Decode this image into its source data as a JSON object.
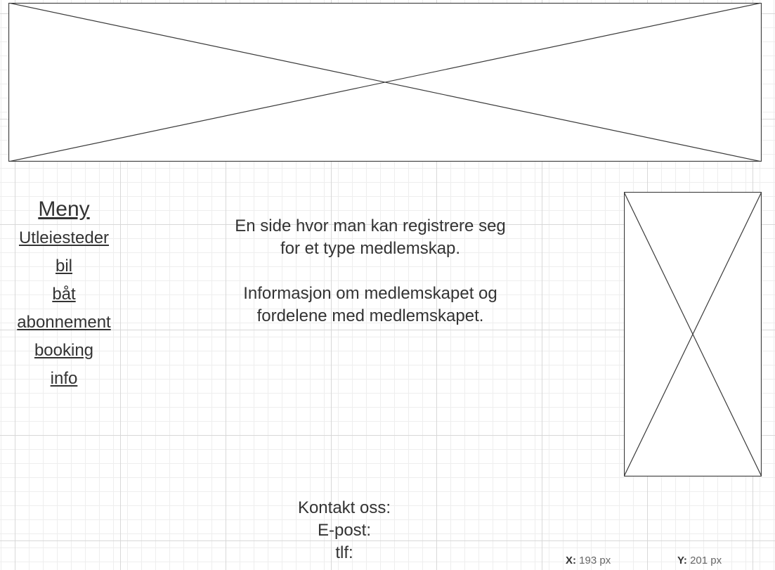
{
  "menu": {
    "heading": "Meny",
    "items": [
      {
        "label": "Utleiesteder"
      },
      {
        "label": "bil"
      },
      {
        "label": "båt"
      },
      {
        "label": "abonnement"
      },
      {
        "label": "booking"
      },
      {
        "label": "info"
      }
    ]
  },
  "content": {
    "paragraph1_line1": "En side hvor man kan registrere seg",
    "paragraph1_line2": "for et type medlemskap.",
    "paragraph2_line1": "Informasjon om medlemskapet og",
    "paragraph2_line2": "fordelene med medlemskapet."
  },
  "footer": {
    "contact": "Kontakt oss:",
    "email": "E-post:",
    "phone": "tlf:"
  },
  "status": {
    "x_label": "X:",
    "x_value": "193 px",
    "y_label": "Y:",
    "y_value": "201 px"
  },
  "icons": {
    "banner": "image-placeholder-icon",
    "side": "image-placeholder-icon"
  }
}
